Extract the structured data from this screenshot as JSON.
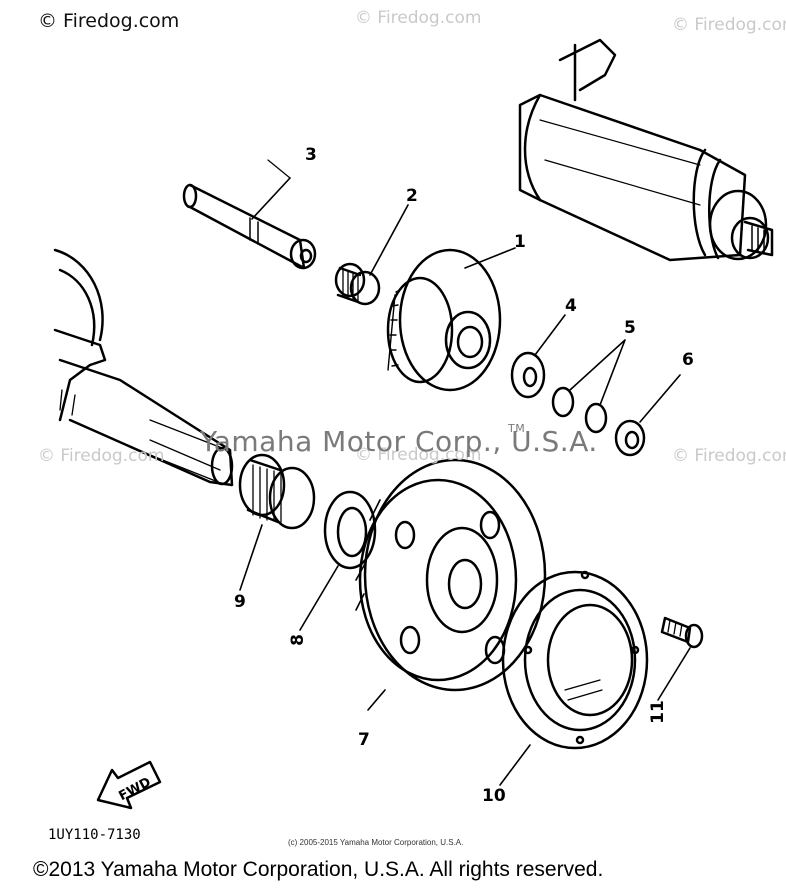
{
  "watermarks": {
    "top_left": "© Firedog.com",
    "top_center": "© Firedog.com",
    "top_right": "© Firedog.com",
    "mid_left": "© Firedog.com",
    "mid_center": "© Firedog.com",
    "mid_right": "© Firedog.com",
    "overlay_text": "Yamaha Motor Corp., U.S.A.",
    "overlay_tm": "TM"
  },
  "part_numbers": [
    "1",
    "2",
    "3",
    "4",
    "5",
    "6",
    "7",
    "8",
    "9",
    "10",
    "11"
  ],
  "fwd_label": "FWD",
  "diagram_code": "1UY110-7130",
  "small_copyright": "(c) 2005-2015 Yamaha Motor Corporation, U.S.A.",
  "footer_copyright": "©2013 Yamaha Motor Corporation, U.S.A. All rights reserved."
}
